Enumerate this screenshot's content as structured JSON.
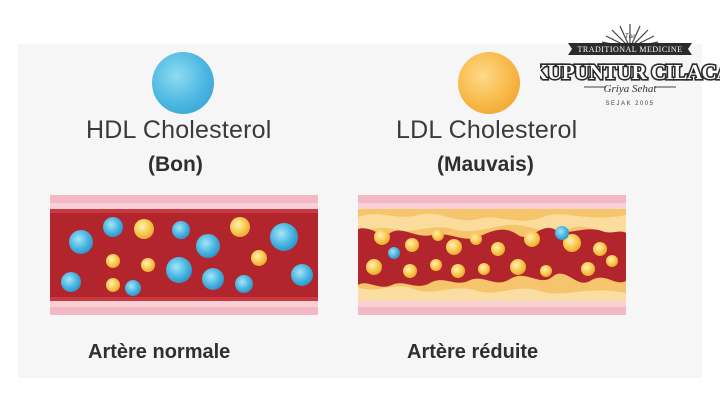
{
  "left": {
    "title": "HDL Cholesterol",
    "subtitle": "(Bon)",
    "caption": "Artère normale"
  },
  "right": {
    "title": "LDL Cholesterol",
    "subtitle": "(Mauvais)",
    "caption": "Artère réduite"
  },
  "logo": {
    "top_small": "The",
    "banner": "TRADITIONAL MEDICINE",
    "name": "AKUPUNTUR CILACAP",
    "script_line": "Griya Sehat",
    "since": "SEJAK 2005"
  },
  "colors": {
    "hdl": "#4ab6e2",
    "ldl": "#f7b845",
    "blood": "#b3252c",
    "artery_wall": "#f3b8c4",
    "plaque": "#f6c46b"
  }
}
